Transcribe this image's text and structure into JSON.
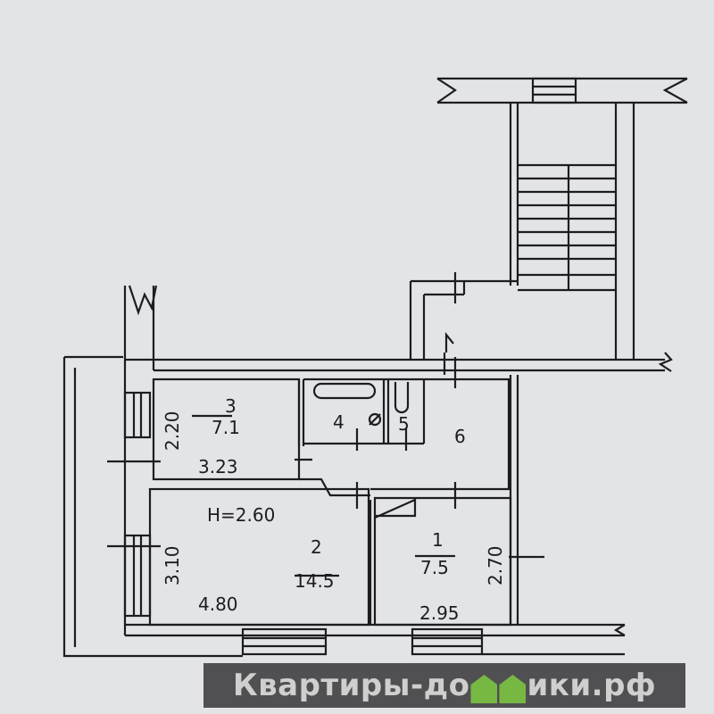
{
  "plan": {
    "ceiling_height": "H=2.60",
    "rooms": [
      {
        "number": "1",
        "area": "7.5",
        "width": "2.95",
        "length": "2.70"
      },
      {
        "number": "2",
        "area": "14.5",
        "width": "4.80",
        "length": "3.10"
      },
      {
        "number": "3",
        "area": "7.1",
        "width": "3.23",
        "length": "2.20"
      },
      {
        "number": "4"
      },
      {
        "number": "5"
      },
      {
        "number": "6"
      }
    ]
  },
  "watermark": {
    "text_before": "Квартиры-до",
    "text_after": "ики.рф",
    "logo_color": "#77b843"
  }
}
